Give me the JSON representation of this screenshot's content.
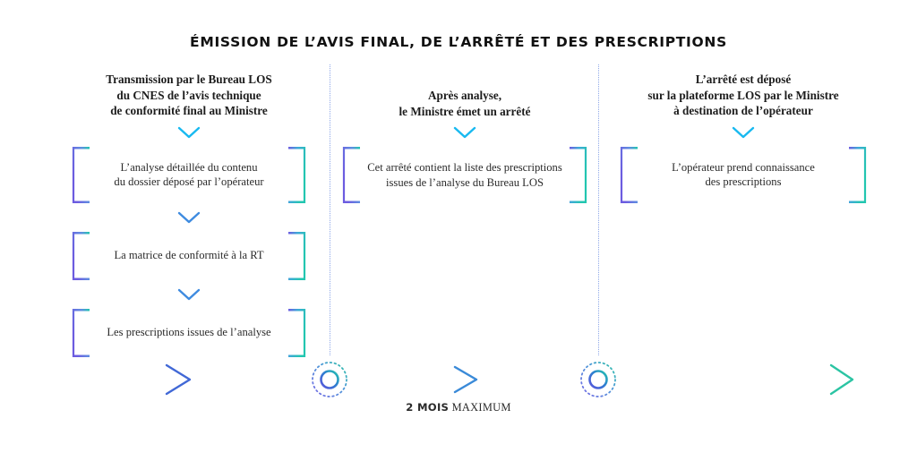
{
  "title": "ÉMISSION DE L’AVIS FINAL, DE L’ARRÊTÉ ET DES PRESCRIPTIONS",
  "colors": {
    "purple": "#6C5CE0",
    "blue": "#3E7BD4",
    "cyan": "#18B9F0",
    "teal": "#22C6B0",
    "green": "#2BC4A3",
    "dotted_divider": "#8FA8E8",
    "text": "#231F20"
  },
  "columns": [
    {
      "id": "column-1",
      "heading": "Transmission par le Bureau LOS\ndu CNES de l’avis technique\nde conformité final au Ministre",
      "items": [
        "L’analyse détaillée du contenu\ndu dossier déposé par l’opérateur",
        "La matrice de conformité à la RT",
        "Les prescriptions issues de l’analyse"
      ]
    },
    {
      "id": "column-2",
      "heading": "Après analyse,\nle Ministre émet un arrêté",
      "items": [
        "Cet arrêté contient la liste des prescriptions\nissues de l’analyse du Bureau LOS"
      ]
    },
    {
      "id": "column-3",
      "heading": "L’arrêté  est déposé\nsur la plateforme LOS par le Ministre\nà destination de l’opérateur",
      "items": [
        "L’opérateur prend connaissance\ndes  prescriptions"
      ]
    }
  ],
  "timeline": {
    "caption_bold": "2 MOIS",
    "caption_rest": " MAXIMUM",
    "nodes": 2,
    "arrow_markers": 3
  }
}
